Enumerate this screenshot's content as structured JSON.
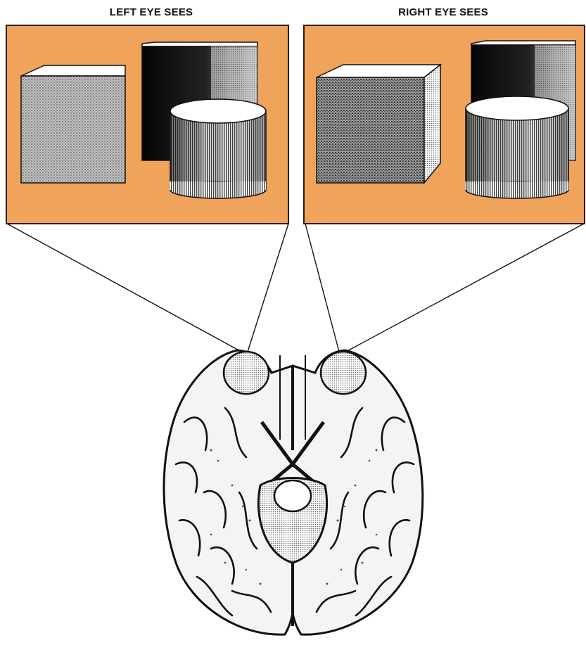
{
  "panels": {
    "left": {
      "title": "LEFT EYE SEES"
    },
    "right": {
      "title": "RIGHT EYE SEES"
    }
  },
  "colors": {
    "panel_background": "#f0a35a",
    "panel_border": "#2a1a10",
    "line": "#111111",
    "cube_left_face": "#b9b9b9",
    "cube_right_face": "#8f8f8f",
    "dark_block": "#1c1c1c",
    "cylinder_body": "#9a9a9a",
    "brain_fill": "#f4f4f4",
    "brain_ink": "#111111"
  },
  "icons": {
    "left_panel_objects": [
      "cube",
      "dark-block",
      "cylinder"
    ],
    "right_panel_objects": [
      "cube",
      "dark-block",
      "cylinder"
    ],
    "center_image": "brain-underside-illustration"
  }
}
